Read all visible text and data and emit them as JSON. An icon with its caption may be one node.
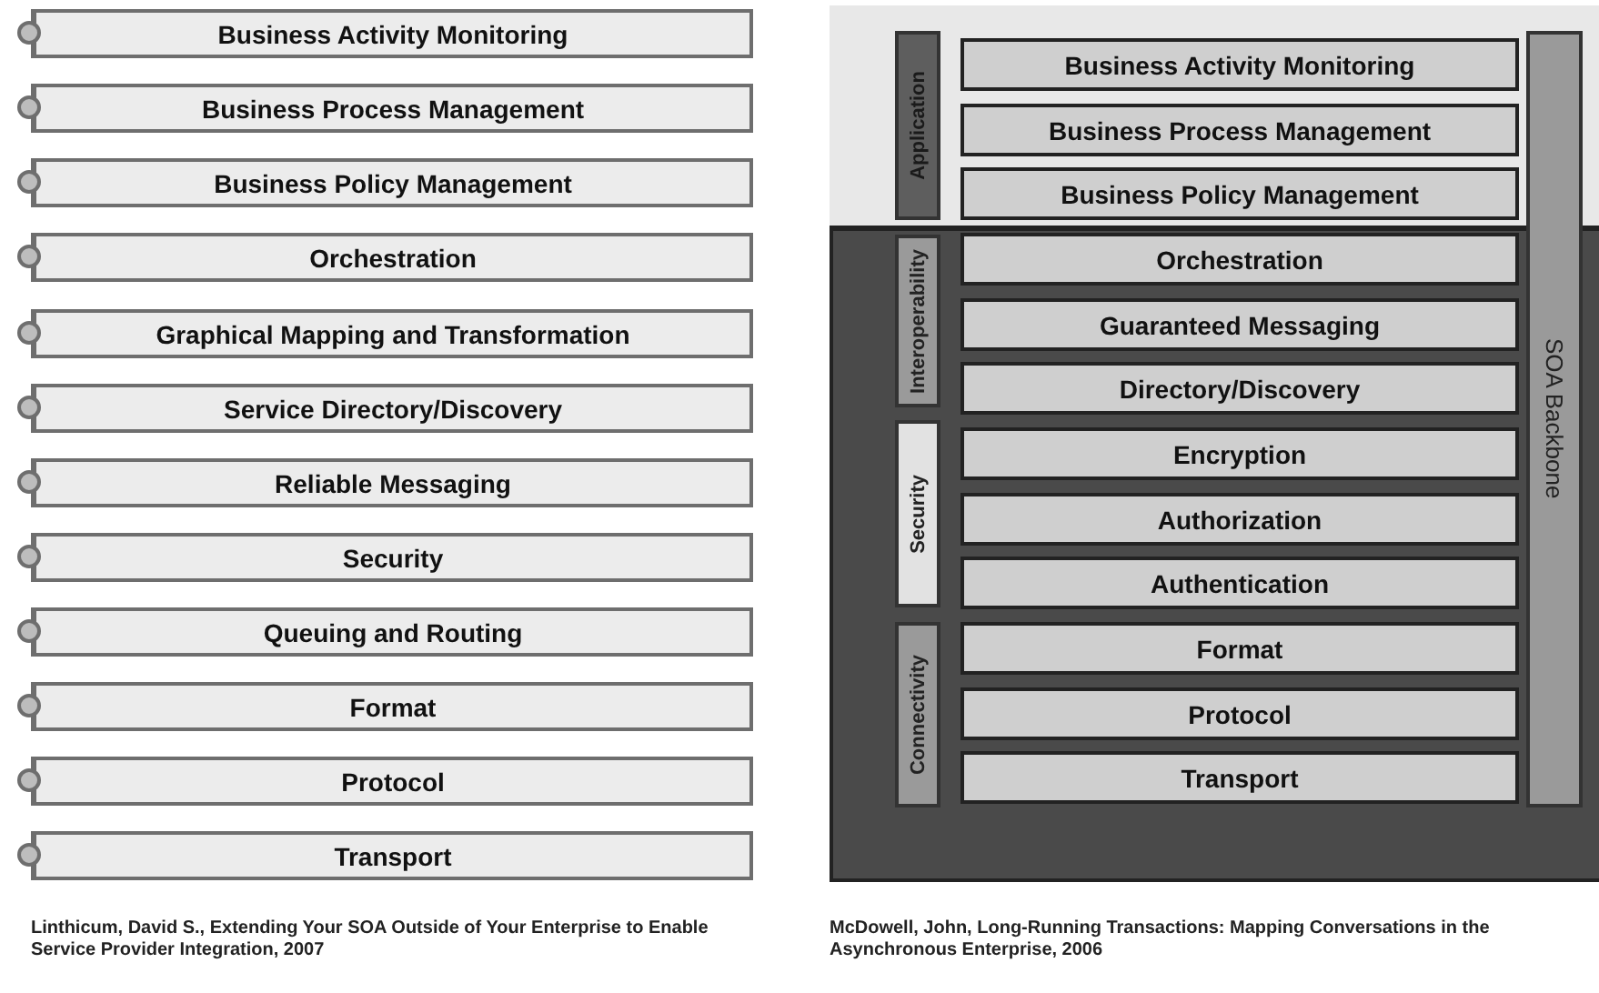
{
  "diagram": {
    "nodes": [
      {
        "text": [
          "Business Activity Monitoring"
        ]
      },
      {
        "text": [
          "Business Process Management"
        ]
      },
      {
        "text": [
          "Business Policy Management"
        ]
      },
      {
        "text": [
          "Orchestration"
        ]
      },
      {
        "text": [
          "Graphical Mapping and Transformation"
        ]
      },
      {
        "text": [
          "Service Directory/Discovery"
        ]
      },
      {
        "text": [
          "Reliable Messaging"
        ]
      },
      {
        "text": [
          "Security"
        ]
      },
      {
        "text": [
          "Queuing and Routing"
        ]
      },
      {
        "text": [
          "Format"
        ]
      },
      {
        "text": [
          "Protocol"
        ]
      },
      {
        "text": [
          "Transport"
        ]
      },
      {
        "text": [],
        "shape": "box"
      },
      {
        "text": [],
        "shape": "box",
        "in": 12
      },
      {
        "text": [
          "Application"
        ],
        "in": 13
      },
      {
        "text": [
          "Business Activity Monitoring"
        ],
        "in": 13
      },
      {
        "text": [
          "Business Process Management"
        ],
        "in": 13
      },
      {
        "text": [
          "Business Policy Management"
        ],
        "in": 13
      },
      {
        "text": [
          "Interoperability"
        ],
        "in": 12
      },
      {
        "text": [
          "Orchestration"
        ],
        "in": 12
      },
      {
        "text": [
          "Guaranteed Messaging"
        ],
        "in": 12
      },
      {
        "text": [
          "Directory/Discovery"
        ],
        "in": 12
      },
      {
        "text": [
          "Security"
        ],
        "in": 12
      },
      {
        "text": [
          "Encryption"
        ],
        "in": 12
      },
      {
        "text": [
          "Authorization"
        ],
        "in": 12
      },
      {
        "text": [
          "Authentication"
        ],
        "in": 12
      },
      {
        "text": [
          "Connectivity"
        ],
        "in": 12
      },
      {
        "text": [
          "Format"
        ],
        "in": 12
      },
      {
        "text": [
          "Protocol"
        ],
        "in": 12
      },
      {
        "text": [
          "Transport"
        ],
        "in": 12
      },
      {
        "text": [
          "SOA Backbone"
        ],
        "in": 12
      }
    ],
    "labels": [
      "Linthicum, David S., Extending Your SOA Outside of Your Enterprise to Enable Service Provider Integration, 2007",
      "McDowell, John, Long-Running Transactions: Mapping Conversations in the Asynchronous Enterprise, 2006"
    ]
  }
}
